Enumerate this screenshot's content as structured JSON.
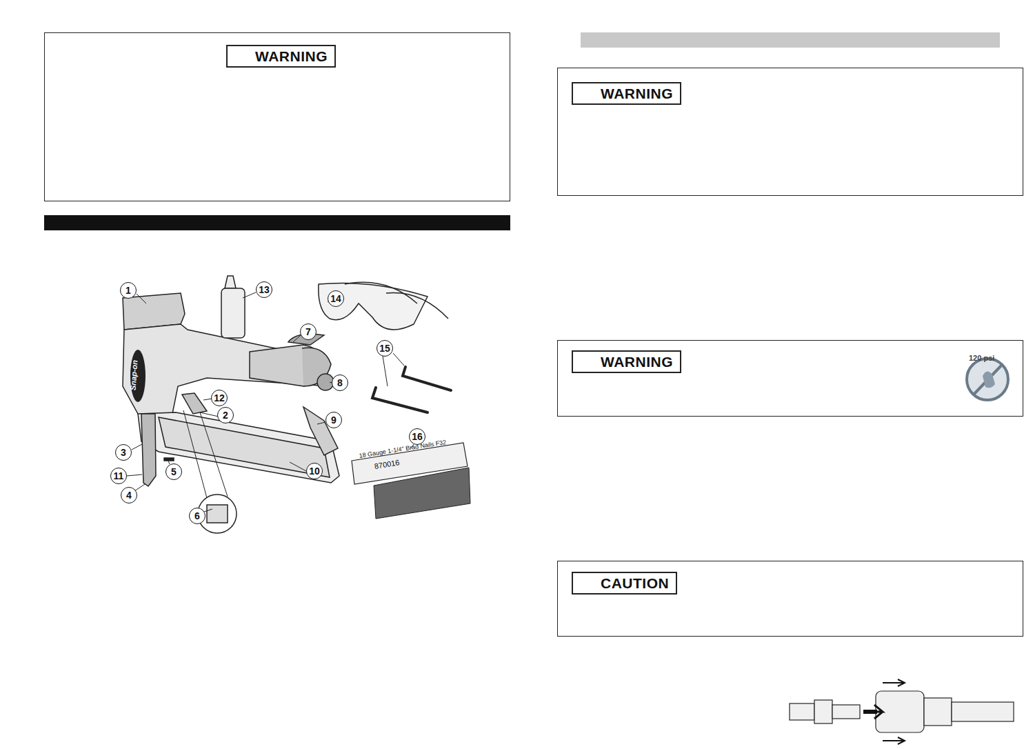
{
  "diagram": {
    "nodes": [
      {
        "text": [
          "WARNING"
        ]
      },
      {
        "text": [
          "WARNING"
        ]
      },
      {
        "text": [
          "WARNING"
        ]
      },
      {
        "text": [
          "CAUTION"
        ]
      },
      {
        "text": [
          "1"
        ]
      },
      {
        "text": [
          "13"
        ]
      },
      {
        "text": [
          "14"
        ]
      },
      {
        "text": [
          "7"
        ]
      },
      {
        "text": [
          "15"
        ]
      },
      {
        "text": [
          "8"
        ]
      },
      {
        "text": [
          "12"
        ]
      },
      {
        "text": [
          "2"
        ]
      },
      {
        "text": [
          "9"
        ]
      },
      {
        "text": [
          "16"
        ]
      },
      {
        "text": [
          "3"
        ]
      },
      {
        "text": [
          "5"
        ]
      },
      {
        "text": [
          "11"
        ]
      },
      {
        "text": [
          "10"
        ]
      },
      {
        "text": [
          "4"
        ]
      },
      {
        "text": [
          "6"
        ]
      },
      {
        "text": [
          "18 Gauge 1-1/4\" Brad Nails F32",
          "870016"
        ]
      }
    ],
    "labels": [
      "120 psi",
      "Snap-on"
    ]
  }
}
